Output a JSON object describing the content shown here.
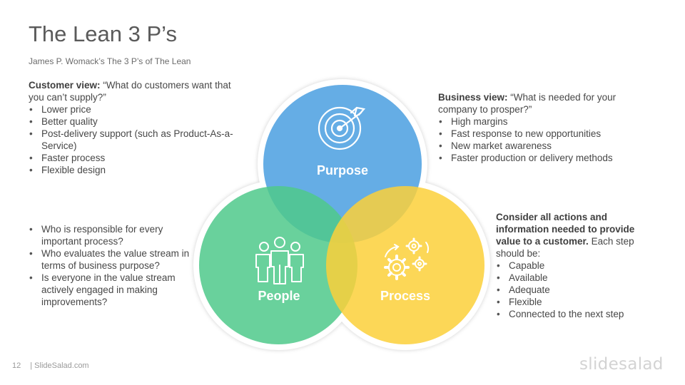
{
  "title": "The Lean 3 P’s",
  "subtitle": "James  P. Womack’s  The 3 P’s of The Lean",
  "customer": {
    "lead": "Customer view:",
    "quote": " “What do customers want that you can’t supply?”",
    "items": [
      "Lower price",
      "Better quality",
      "Post-delivery support (such as Product-As-a-Service)",
      "Faster process",
      "Flexible design"
    ]
  },
  "business": {
    "lead": "Business view:",
    "quote": " “What is needed for your company to prosper?”",
    "items": [
      "High margins",
      "Fast response to new opportunities",
      "New market awareness",
      "Faster production or delivery methods"
    ]
  },
  "people_text": {
    "items": [
      "Who is responsible for every important process?",
      "Who evaluates the value stream in terms of business purpose?",
      "Is everyone in the value stream actively engaged in making improvements?"
    ]
  },
  "process_text": {
    "lead": "Consider all actions and information needed to provide value to a customer.",
    "rest": " Each step should be:",
    "items": [
      "Capable",
      "Available",
      "Adequate",
      "Flexible",
      "Connected to the next step"
    ]
  },
  "circles": {
    "purpose": {
      "label": "Purpose",
      "color": "#4a9fe0",
      "icon": "target-icon"
    },
    "people": {
      "label": "People",
      "color": "#4fc98b",
      "icon": "people-group-icon"
    },
    "process": {
      "label": "Process",
      "color": "#fcd03a",
      "icon": "gears-icon"
    }
  },
  "footer": {
    "page": "12",
    "site": "| SlideSalad.com"
  },
  "logo": "slidesalad"
}
